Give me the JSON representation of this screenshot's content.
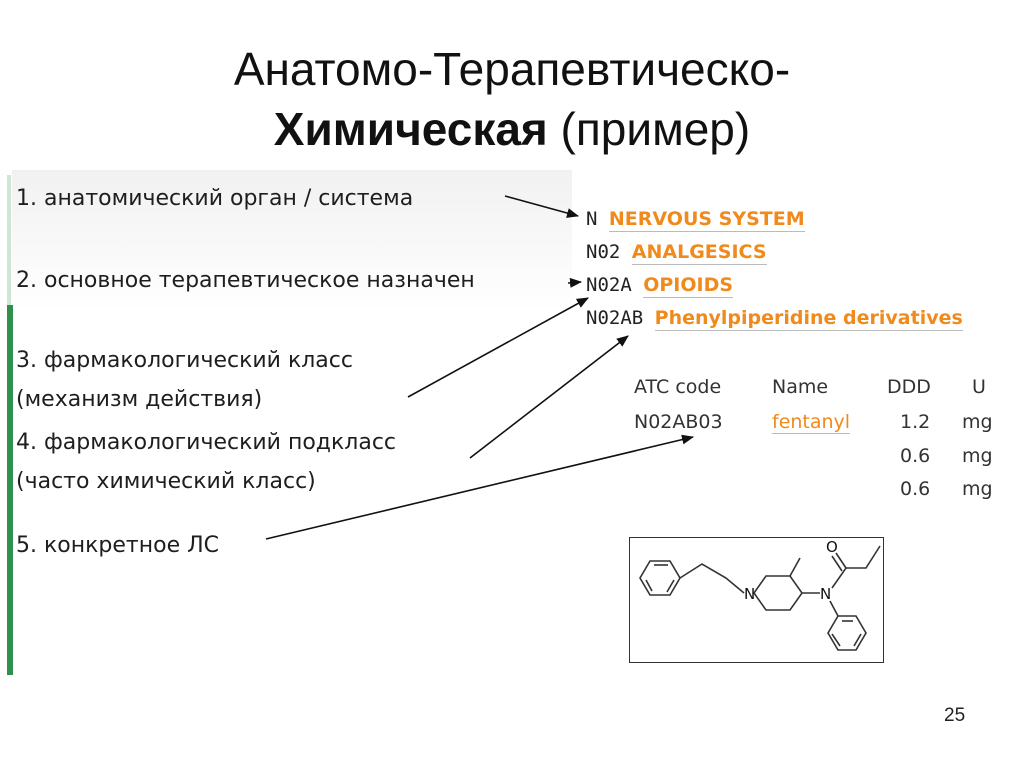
{
  "title": {
    "line1": "Анатомо-Терапевтическо-",
    "line2_bold": "Химическая",
    "line2_rest": " (пример)"
  },
  "levels": [
    "1. анатомический орган / система",
    "2. основное терапевтическое назначен",
    "3. фармакологический класс",
    "(механизм действия)",
    "4. фармакологический подкласс",
    "(часто химический класс)",
    "5. конкретное ЛС"
  ],
  "atc_codes": [
    {
      "code": "N",
      "name": "NERVOUS SYSTEM"
    },
    {
      "code": "N02",
      "name": "ANALGESICS"
    },
    {
      "code": "N02A",
      "name": "OPIOIDS"
    },
    {
      "code": "N02AB",
      "name": "Phenylpiperidine derivatives"
    }
  ],
  "ddd_table": {
    "headers": [
      "ATC code",
      "Name",
      "DDD",
      "U"
    ],
    "rows": [
      [
        "N02AB03",
        "fentanyl",
        "1.2",
        "mg"
      ],
      [
        "",
        "",
        "0.6",
        "mg"
      ],
      [
        "",
        "",
        "0.6",
        "mg"
      ]
    ]
  },
  "molecule_atoms": [
    "N",
    "N",
    "O"
  ],
  "page_number": "25",
  "colors": {
    "accent_orange": "#f08a1c",
    "green_bar": "#2f8f4c"
  }
}
